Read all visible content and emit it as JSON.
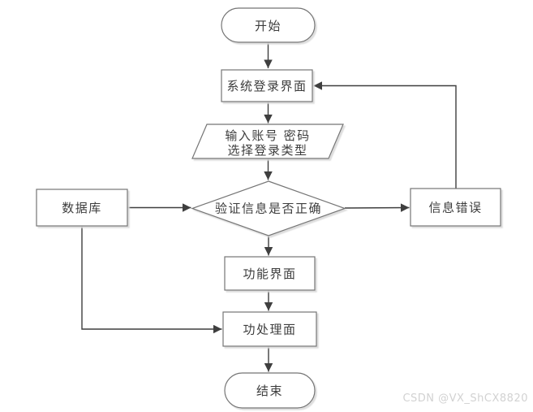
{
  "nodes": {
    "start": "开始",
    "login": "系统登录界面",
    "input_line1": "输入账号 密码",
    "input_line2": "选择登录类型",
    "decision": "验证信息是否正确",
    "database": "数据库",
    "error": "信息错误",
    "function": "功能界面",
    "process": "功处理面",
    "end": "结束"
  },
  "watermark": "CSDN @VX_ShCX8820",
  "colors": {
    "background": "#ffffff",
    "shape_fill": "#ffffff",
    "shape_border": "#757575",
    "arrow": "#3f3f3f",
    "text": "#3d3d3d",
    "watermark_text": "#d2d2d2"
  }
}
